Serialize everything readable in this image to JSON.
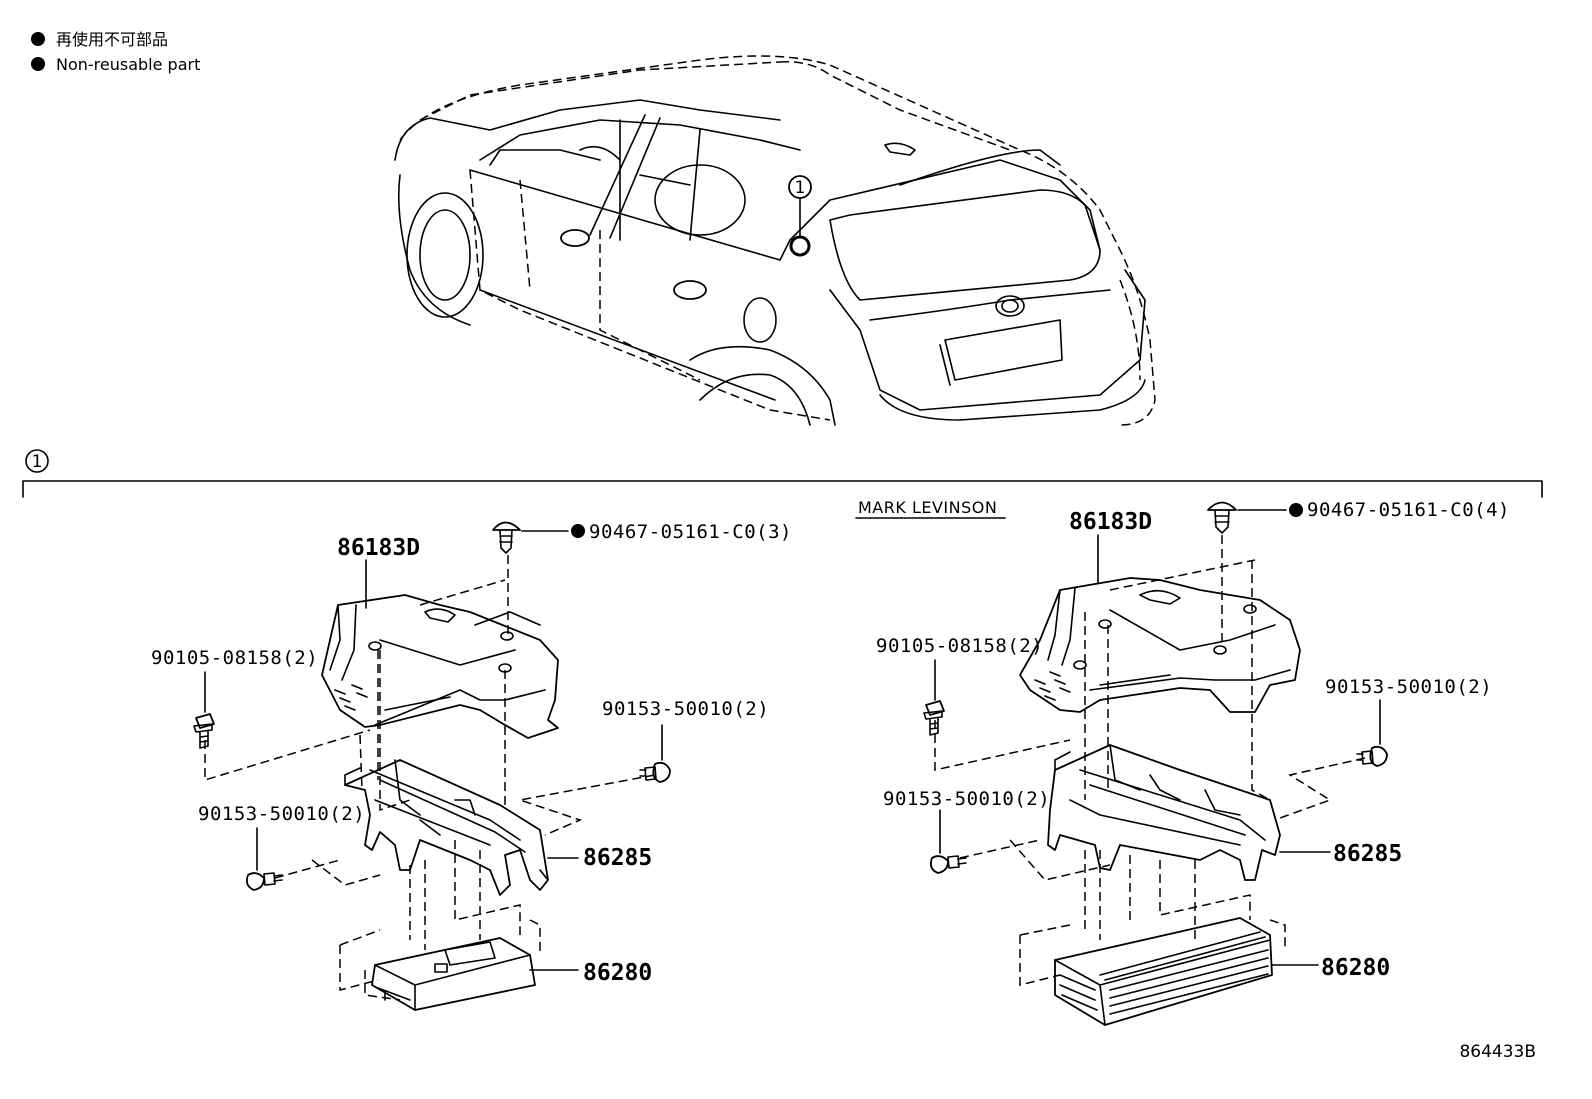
{
  "legend": {
    "japanese": "再使用不可部品",
    "english": "Non-reusable part"
  },
  "callout_number": "1",
  "section_marker": "1",
  "variant_label": "MARK LEVINSON",
  "figure_id": "864433B",
  "left_assembly": {
    "bracket": "86183D",
    "clip": "90467-05161-C0(3)",
    "bolt": "90105-08158(2)",
    "screw_right": "90153-50010(2)",
    "screw_left": "90153-50010(2)",
    "stay": "86285",
    "amplifier": "86280"
  },
  "right_assembly": {
    "bracket": "86183D",
    "clip": "90467-05161-C0(4)",
    "bolt": "90105-08158(2)",
    "screw_right": "90153-50010(2)",
    "screw_left": "90153-50010(2)",
    "stay": "86285",
    "amplifier": "86280"
  }
}
